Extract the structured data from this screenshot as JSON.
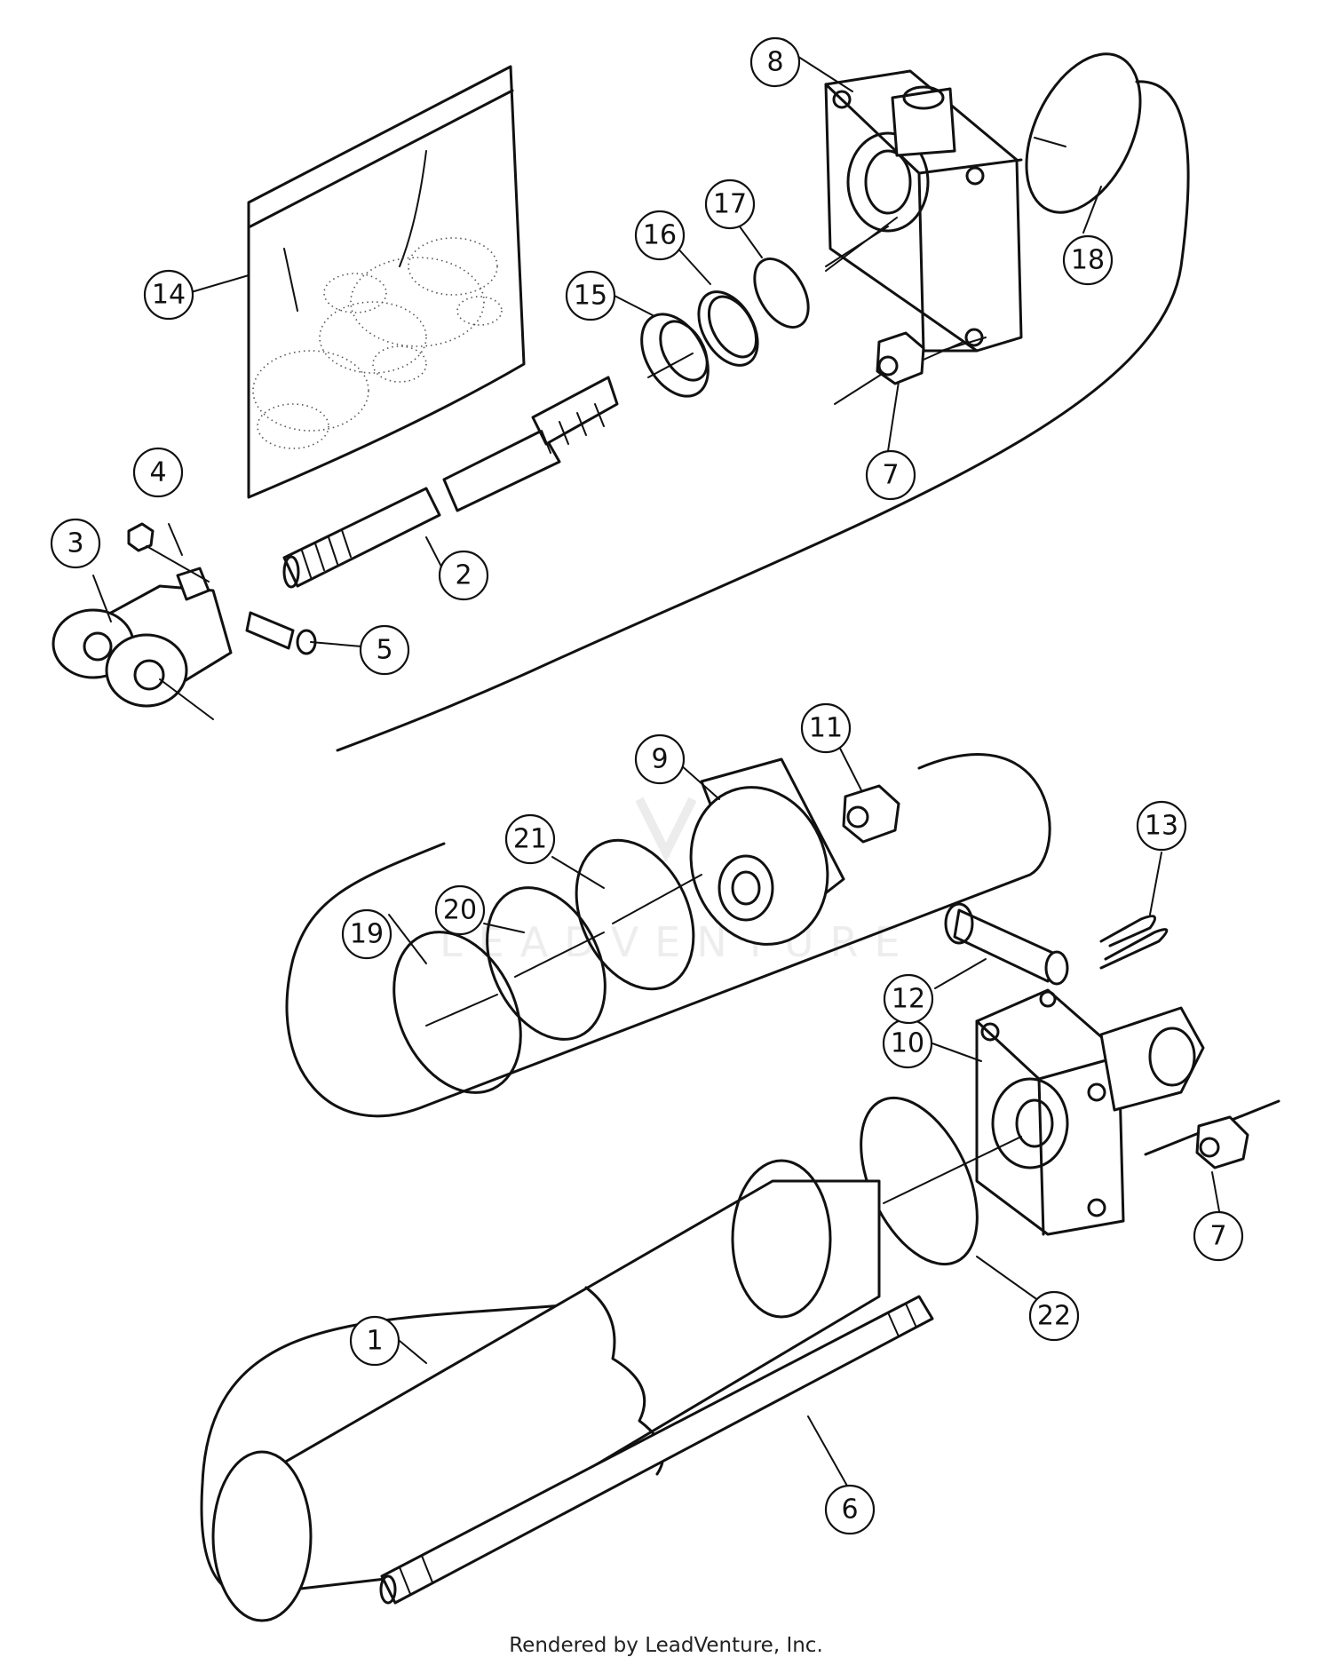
{
  "watermark": "LEADVENTURE",
  "footer": "Rendered by LeadVenture, Inc.",
  "callouts": [
    "1",
    "2",
    "3",
    "4",
    "5",
    "6",
    "7",
    "8",
    "9",
    "10",
    "11",
    "12",
    "13",
    "14",
    "15",
    "16",
    "17",
    "18",
    "19",
    "20",
    "21",
    "22",
    "7"
  ]
}
